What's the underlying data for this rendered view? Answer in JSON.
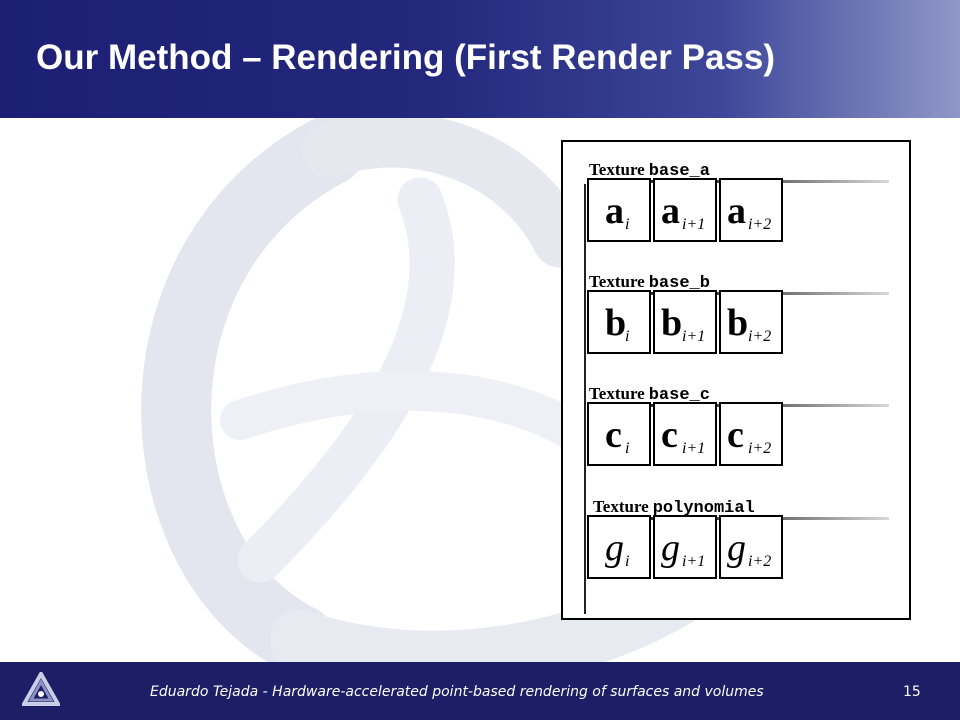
{
  "slide": {
    "title": "Our Method – Rendering (First Render Pass)",
    "footer_text": "Eduardo Tejada - Hardware-accelerated point-based rendering of surfaces and volumes",
    "page_number": "15"
  },
  "colors": {
    "header": "#1c1f73",
    "footer": "#1c1f66",
    "title_text": "#ffffff"
  },
  "diagram": {
    "texture_word": "Texture",
    "groups": [
      {
        "name": "base_a",
        "cells": [
          {
            "symbol": "a",
            "subscript": "i"
          },
          {
            "symbol": "a",
            "subscript": "i+1"
          },
          {
            "symbol": "a",
            "subscript": "i+2"
          }
        ]
      },
      {
        "name": "base_b",
        "cells": [
          {
            "symbol": "b",
            "subscript": "i"
          },
          {
            "symbol": "b",
            "subscript": "i+1"
          },
          {
            "symbol": "b",
            "subscript": "i+2"
          }
        ]
      },
      {
        "name": "base_c",
        "cells": [
          {
            "symbol": "c",
            "subscript": "i"
          },
          {
            "symbol": "c",
            "subscript": "i+1"
          },
          {
            "symbol": "c",
            "subscript": "i+2"
          }
        ]
      },
      {
        "name": "polynomial",
        "cells": [
          {
            "symbol": "g",
            "subscript": "i"
          },
          {
            "symbol": "g",
            "subscript": "i+1"
          },
          {
            "symbol": "g",
            "subscript": "i+2"
          }
        ]
      }
    ]
  },
  "icons": {
    "logo": "university-logo-icon"
  }
}
